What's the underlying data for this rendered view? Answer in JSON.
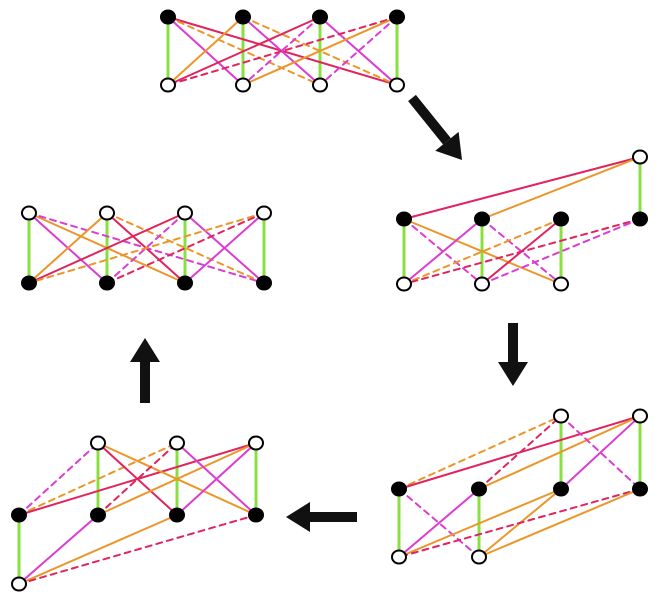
{
  "colors": {
    "green": "#88e040",
    "magenta": "#dc3cd2",
    "red": "#e0245e",
    "orange": "#eb9628",
    "node_filled": "#000000",
    "node_hollow": "#ffffff",
    "arrow": "#111111"
  },
  "diagram": {
    "panels": [
      {
        "id": "panel-1",
        "nodes": [
          {
            "id": "a1",
            "filled": true
          },
          {
            "id": "a2",
            "filled": true
          },
          {
            "id": "a3",
            "filled": true
          },
          {
            "id": "a4",
            "filled": true
          },
          {
            "id": "b1",
            "filled": false
          },
          {
            "id": "b2",
            "filled": false
          },
          {
            "id": "b3",
            "filled": false
          },
          {
            "id": "b4",
            "filled": false
          }
        ],
        "edges": [
          {
            "from": "a1",
            "to": "b1",
            "color": "green",
            "dashed": false
          },
          {
            "from": "a2",
            "to": "b2",
            "color": "green",
            "dashed": false
          },
          {
            "from": "a3",
            "to": "b3",
            "color": "green",
            "dashed": false
          },
          {
            "from": "a4",
            "to": "b4",
            "color": "green",
            "dashed": false
          },
          {
            "from": "a1",
            "to": "b2",
            "color": "magenta",
            "dashed": false
          },
          {
            "from": "a1",
            "to": "b4",
            "color": "red",
            "dashed": false
          },
          {
            "from": "a1",
            "to": "b3",
            "color": "orange",
            "dashed": true
          },
          {
            "from": "a2",
            "to": "b3",
            "color": "magenta",
            "dashed": false
          },
          {
            "from": "a2",
            "to": "b1",
            "color": "orange",
            "dashed": false
          },
          {
            "from": "a2",
            "to": "b4",
            "color": "orange",
            "dashed": true
          },
          {
            "from": "a3",
            "to": "b4",
            "color": "magenta",
            "dashed": false
          },
          {
            "from": "a3",
            "to": "b1",
            "color": "red",
            "dashed": false
          },
          {
            "from": "a3",
            "to": "b2",
            "color": "magenta",
            "dashed": true
          },
          {
            "from": "a4",
            "to": "b1",
            "color": "red",
            "dashed": true
          },
          {
            "from": "a4",
            "to": "b2",
            "color": "orange",
            "dashed": false
          },
          {
            "from": "a4",
            "to": "b3",
            "color": "magenta",
            "dashed": true
          }
        ]
      },
      {
        "id": "panel-2",
        "nodes": [
          {
            "id": "t4",
            "filled": false
          },
          {
            "id": "m1",
            "filled": true
          },
          {
            "id": "m2",
            "filled": true
          },
          {
            "id": "m3",
            "filled": true
          },
          {
            "id": "m4",
            "filled": true
          },
          {
            "id": "b1",
            "filled": false
          },
          {
            "id": "b2",
            "filled": false
          },
          {
            "id": "b3",
            "filled": false
          }
        ],
        "edges": [
          {
            "from": "m4",
            "to": "t4",
            "color": "green",
            "dashed": false
          },
          {
            "from": "m1",
            "to": "b1",
            "color": "green",
            "dashed": false
          },
          {
            "from": "m2",
            "to": "b2",
            "color": "green",
            "dashed": false
          },
          {
            "from": "m3",
            "to": "b3",
            "color": "green",
            "dashed": false
          },
          {
            "from": "m1",
            "to": "t4",
            "color": "red",
            "dashed": false
          },
          {
            "from": "m2",
            "to": "t4",
            "color": "orange",
            "dashed": false
          },
          {
            "from": "m1",
            "to": "b2",
            "color": "magenta",
            "dashed": true
          },
          {
            "from": "m1",
            "to": "b3",
            "color": "orange",
            "dashed": false
          },
          {
            "from": "m2",
            "to": "b1",
            "color": "magenta",
            "dashed": false
          },
          {
            "from": "m2",
            "to": "b3",
            "color": "magenta",
            "dashed": true
          },
          {
            "from": "m3",
            "to": "b2",
            "color": "red",
            "dashed": false
          },
          {
            "from": "m3",
            "to": "b1",
            "color": "orange",
            "dashed": true
          },
          {
            "from": "m4",
            "to": "b1",
            "color": "red",
            "dashed": true
          },
          {
            "from": "m4",
            "to": "b2",
            "color": "magenta",
            "dashed": true
          }
        ]
      },
      {
        "id": "panel-3",
        "nodes": [
          {
            "id": "t3",
            "filled": false
          },
          {
            "id": "t4",
            "filled": false
          },
          {
            "id": "m1",
            "filled": true
          },
          {
            "id": "m2",
            "filled": true
          },
          {
            "id": "m3",
            "filled": true
          },
          {
            "id": "m4",
            "filled": true
          },
          {
            "id": "b1",
            "filled": false
          },
          {
            "id": "b2",
            "filled": false
          }
        ],
        "edges": [
          {
            "from": "m3",
            "to": "t3",
            "color": "green",
            "dashed": false
          },
          {
            "from": "m4",
            "to": "t4",
            "color": "green",
            "dashed": false
          },
          {
            "from": "m1",
            "to": "b1",
            "color": "green",
            "dashed": false
          },
          {
            "from": "m2",
            "to": "b2",
            "color": "green",
            "dashed": false
          },
          {
            "from": "m1",
            "to": "t3",
            "color": "orange",
            "dashed": true
          },
          {
            "from": "m1",
            "to": "t4",
            "color": "red",
            "dashed": false
          },
          {
            "from": "m2",
            "to": "t3",
            "color": "red",
            "dashed": true
          },
          {
            "from": "m2",
            "to": "t4",
            "color": "orange",
            "dashed": false
          },
          {
            "from": "t3",
            "to": "m4",
            "color": "magenta",
            "dashed": true
          },
          {
            "from": "m3",
            "to": "t4",
            "color": "magenta",
            "dashed": false
          },
          {
            "from": "m1",
            "to": "b2",
            "color": "magenta",
            "dashed": true
          },
          {
            "from": "m2",
            "to": "b1",
            "color": "magenta",
            "dashed": false
          },
          {
            "from": "m3",
            "to": "b1",
            "color": "orange",
            "dashed": false
          },
          {
            "from": "m3",
            "to": "b2",
            "color": "orange",
            "dashed": false
          },
          {
            "from": "m4",
            "to": "b1",
            "color": "red",
            "dashed": true
          },
          {
            "from": "m4",
            "to": "b2",
            "color": "orange",
            "dashed": false
          }
        ]
      },
      {
        "id": "panel-4",
        "nodes": [
          {
            "id": "t2",
            "filled": false
          },
          {
            "id": "t3",
            "filled": false
          },
          {
            "id": "t4",
            "filled": false
          },
          {
            "id": "m1",
            "filled": true
          },
          {
            "id": "m2",
            "filled": true
          },
          {
            "id": "m3",
            "filled": true
          },
          {
            "id": "m4",
            "filled": true
          },
          {
            "id": "b1",
            "filled": false
          }
        ],
        "edges": [
          {
            "from": "m1",
            "to": "b1",
            "color": "green",
            "dashed": false
          },
          {
            "from": "m2",
            "to": "t2",
            "color": "green",
            "dashed": false
          },
          {
            "from": "m3",
            "to": "t3",
            "color": "green",
            "dashed": false
          },
          {
            "from": "m4",
            "to": "t4",
            "color": "green",
            "dashed": false
          },
          {
            "from": "m1",
            "to": "t2",
            "color": "magenta",
            "dashed": true
          },
          {
            "from": "m1",
            "to": "t3",
            "color": "orange",
            "dashed": true
          },
          {
            "from": "m1",
            "to": "t4",
            "color": "red",
            "dashed": false
          },
          {
            "from": "t2",
            "to": "m3",
            "color": "red",
            "dashed": false
          },
          {
            "from": "t2",
            "to": "m4",
            "color": "orange",
            "dashed": false
          },
          {
            "from": "m2",
            "to": "t3",
            "color": "red",
            "dashed": true
          },
          {
            "from": "m2",
            "to": "t4",
            "color": "orange",
            "dashed": false
          },
          {
            "from": "t3",
            "to": "m4",
            "color": "magenta",
            "dashed": false
          },
          {
            "from": "m3",
            "to": "t4",
            "color": "magenta",
            "dashed": false
          },
          {
            "from": "b1",
            "to": "m2",
            "color": "magenta",
            "dashed": false
          },
          {
            "from": "b1",
            "to": "m3",
            "color": "orange",
            "dashed": false
          },
          {
            "from": "b1",
            "to": "m4",
            "color": "red",
            "dashed": true
          }
        ]
      },
      {
        "id": "panel-5",
        "nodes": [
          {
            "id": "t1",
            "filled": false
          },
          {
            "id": "t2",
            "filled": false
          },
          {
            "id": "t3",
            "filled": false
          },
          {
            "id": "t4",
            "filled": false
          },
          {
            "id": "m1",
            "filled": true
          },
          {
            "id": "m2",
            "filled": true
          },
          {
            "id": "m3",
            "filled": true
          },
          {
            "id": "m4",
            "filled": true
          }
        ],
        "edges": [
          {
            "from": "m1",
            "to": "t1",
            "color": "green",
            "dashed": false
          },
          {
            "from": "m2",
            "to": "t2",
            "color": "green",
            "dashed": false
          },
          {
            "from": "m3",
            "to": "t3",
            "color": "green",
            "dashed": false
          },
          {
            "from": "m4",
            "to": "t4",
            "color": "green",
            "dashed": false
          },
          {
            "from": "t1",
            "to": "m2",
            "color": "magenta",
            "dashed": false
          },
          {
            "from": "t1",
            "to": "m3",
            "color": "orange",
            "dashed": false
          },
          {
            "from": "t1",
            "to": "m4",
            "color": "magenta",
            "dashed": true
          },
          {
            "from": "t2",
            "to": "m1",
            "color": "orange",
            "dashed": false
          },
          {
            "from": "t2",
            "to": "m3",
            "color": "red",
            "dashed": false
          },
          {
            "from": "t2",
            "to": "m4",
            "color": "orange",
            "dashed": true
          },
          {
            "from": "t3",
            "to": "m1",
            "color": "red",
            "dashed": false
          },
          {
            "from": "t3",
            "to": "m2",
            "color": "magenta",
            "dashed": true
          },
          {
            "from": "t3",
            "to": "m4",
            "color": "magenta",
            "dashed": false
          },
          {
            "from": "t4",
            "to": "m1",
            "color": "orange",
            "dashed": true
          },
          {
            "from": "t4",
            "to": "m2",
            "color": "red",
            "dashed": true
          },
          {
            "from": "t4",
            "to": "m3",
            "color": "magenta",
            "dashed": false
          }
        ]
      }
    ],
    "arrows": [
      {
        "id": "arrow-1-to-2",
        "direction": "down-right"
      },
      {
        "id": "arrow-2-to-3",
        "direction": "down"
      },
      {
        "id": "arrow-3-to-4",
        "direction": "left"
      },
      {
        "id": "arrow-4-to-5",
        "direction": "up"
      }
    ]
  }
}
